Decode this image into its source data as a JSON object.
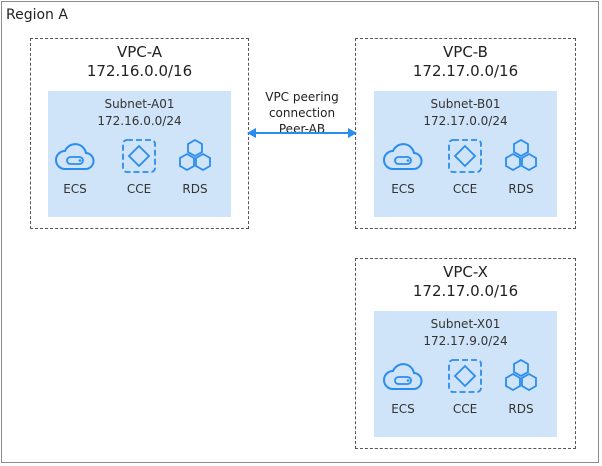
{
  "region": {
    "label": "Region A"
  },
  "vpcs": [
    {
      "name": "VPC-A",
      "cidr": "172.16.0.0/16",
      "subnet": {
        "name": "Subnet-A01",
        "cidr": "172.16.0.0/24"
      },
      "services": [
        "ECS",
        "CCE",
        "RDS"
      ]
    },
    {
      "name": "VPC-B",
      "cidr": "172.17.0.0/16",
      "subnet": {
        "name": "Subnet-B01",
        "cidr": "172.17.0.0/24"
      },
      "services": [
        "ECS",
        "CCE",
        "RDS"
      ]
    },
    {
      "name": "VPC-X",
      "cidr": "172.17.0.0/16",
      "subnet": {
        "name": "Subnet-X01",
        "cidr": "172.17.9.0/24"
      },
      "services": [
        "ECS",
        "CCE",
        "RDS"
      ]
    }
  ],
  "peering": {
    "line1": "VPC peering",
    "line2": "connection",
    "line3": "Peer-AB"
  },
  "colors": {
    "icon": "#2a8cf0",
    "subnet_fill": "#cfe4f8",
    "arrow": "#2a8cf0"
  }
}
